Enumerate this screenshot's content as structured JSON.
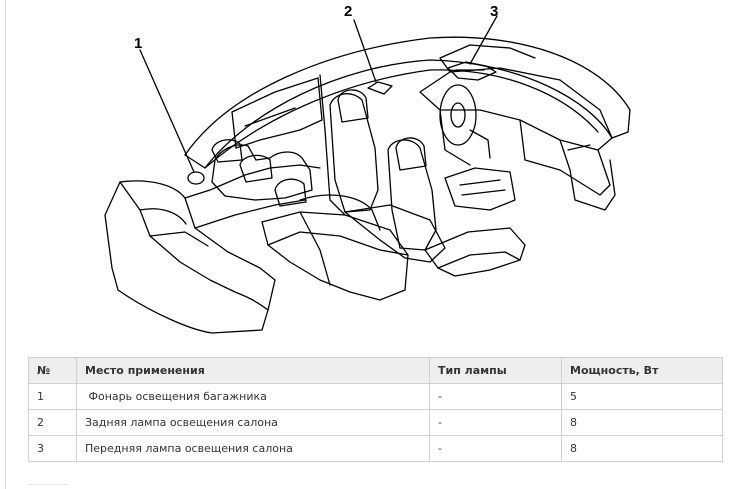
{
  "diagram": {
    "callouts": [
      {
        "label": "1"
      },
      {
        "label": "2"
      },
      {
        "label": "3"
      }
    ]
  },
  "table": {
    "headers": {
      "num": "№",
      "place": "Место применения",
      "lamp_type": "Тип лампы",
      "power": "Мощность, Вт"
    },
    "rows": [
      {
        "num": "1",
        "place": " Фонарь освещения багажника",
        "lamp_type": "-",
        "power": "5"
      },
      {
        "num": "2",
        "place": "Задняя лампа освещения салона",
        "lamp_type": "-",
        "power": "8"
      },
      {
        "num": "3",
        "place": "Передняя лампа освещения салона",
        "lamp_type": "-",
        "power": "8"
      }
    ]
  }
}
